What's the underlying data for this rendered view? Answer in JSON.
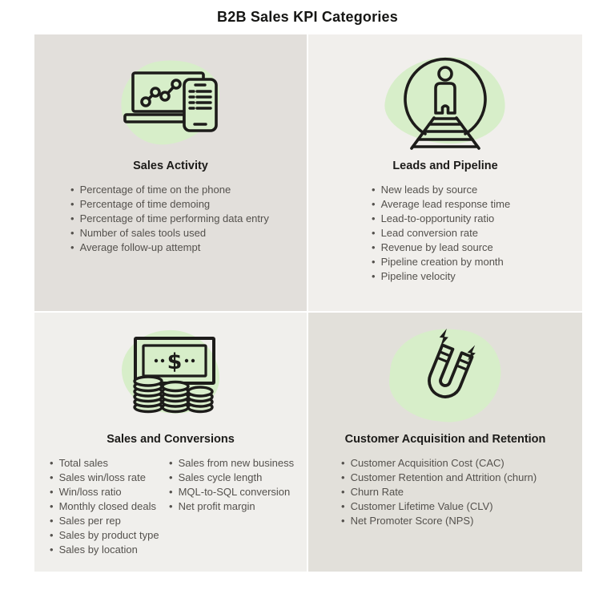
{
  "title": "B2B Sales KPI Categories",
  "colors": {
    "page_bg": "#ffffff",
    "quad_dark": "#e2dfda",
    "quad_light": "#f1efec",
    "blob_green": "#d7eec9",
    "heading_text": "#1c1b19",
    "body_text": "#54514d",
    "icon_stroke": "#1d1c1a"
  },
  "quadrants": [
    {
      "id": "sales-activity",
      "icon": "laptop-chart-phone-icon",
      "heading": "Sales Activity",
      "items": [
        "Percentage of time on the phone",
        "Percentage of time demoing",
        "Percentage of time performing data entry",
        "Number of sales tools used",
        "Average follow-up attempt"
      ]
    },
    {
      "id": "leads-pipeline",
      "icon": "person-pipeline-icon",
      "heading": "Leads and Pipeline",
      "items": [
        "New leads by source",
        "Average lead response time",
        "Lead-to-opportunity ratio",
        "Lead conversion rate",
        "Revenue by lead source",
        "Pipeline creation by month",
        "Pipeline velocity"
      ]
    },
    {
      "id": "sales-conversions",
      "icon": "cash-coins-icon",
      "heading": "Sales and Conversions",
      "items_col1": [
        "Total sales",
        "Sales win/loss rate",
        "Win/loss ratio",
        "Monthly closed deals",
        "Sales per rep",
        "Sales by product type",
        "Sales by location"
      ],
      "items_col2": [
        "Sales from new business",
        "Sales cycle length",
        "MQL-to-SQL conversion",
        "Net profit margin"
      ]
    },
    {
      "id": "customer-acquisition-retention",
      "icon": "magnet-icon",
      "heading": "Customer Acquisition and Retention",
      "items": [
        "Customer Acquisition Cost (CAC)",
        "Customer Retention and Attrition (churn)",
        "Churn Rate",
        "Customer Lifetime Value (CLV)",
        "Net Promoter Score (NPS)"
      ]
    }
  ]
}
